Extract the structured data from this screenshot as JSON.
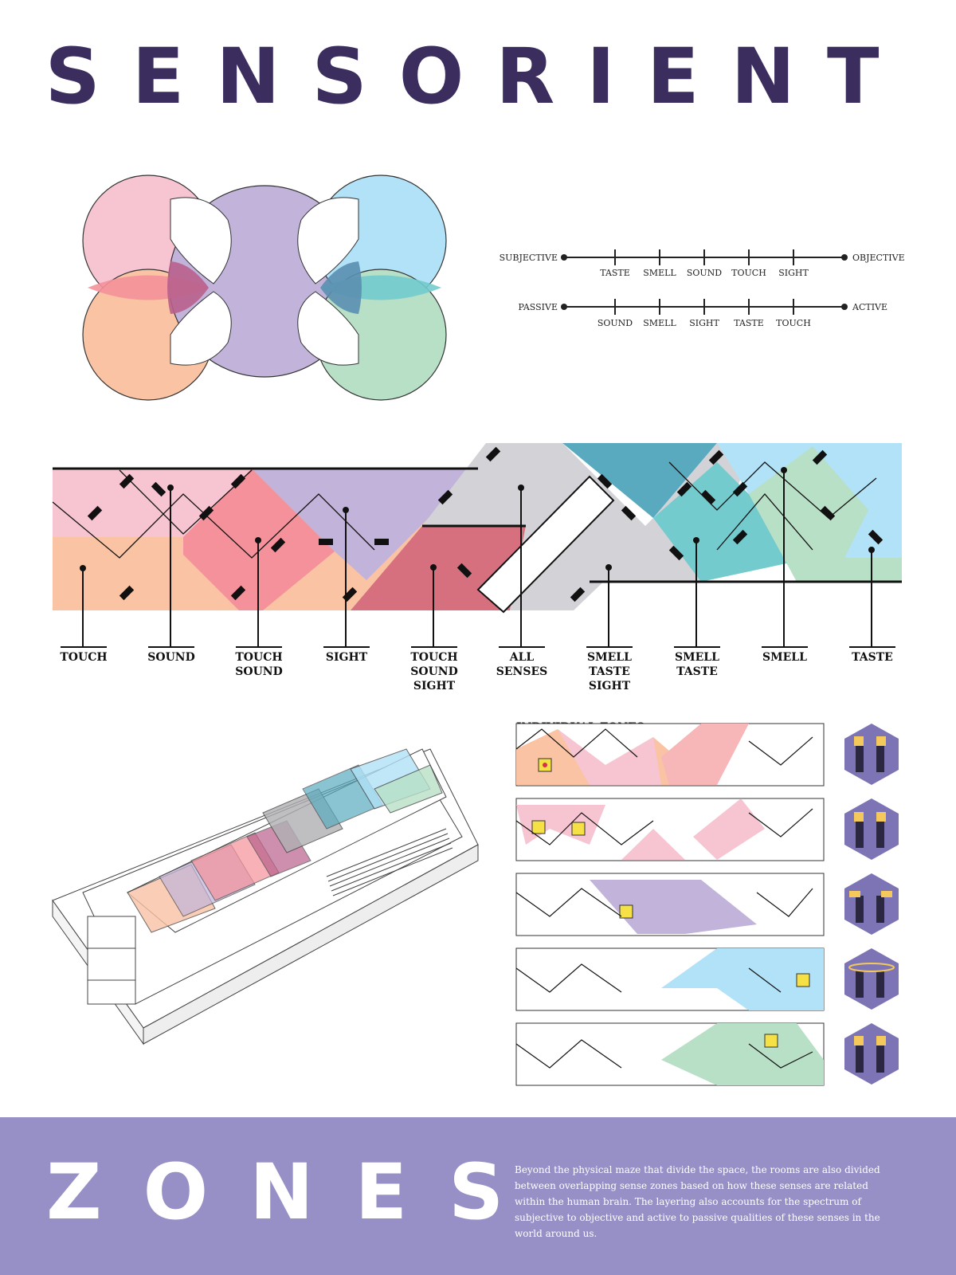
{
  "title": "SENSORIENT",
  "spectra": [
    {
      "left": "SUBJECTIVE",
      "right": "OBJECTIVE",
      "ticks": [
        "TASTE",
        "SMELL",
        "SOUND",
        "TOUCH",
        "SIGHT"
      ]
    },
    {
      "left": "PASSIVE",
      "right": "ACTIVE",
      "ticks": [
        "SOUND",
        "SMELL",
        "SIGHT",
        "TASTE",
        "TOUCH"
      ]
    }
  ],
  "zone_labels": [
    [
      "TOUCH"
    ],
    [
      "SOUND"
    ],
    [
      "TOUCH",
      "SOUND"
    ],
    [
      "SIGHT"
    ],
    [
      "TOUCH",
      "SOUND",
      "SIGHT"
    ],
    [
      "ALL",
      "SENSES"
    ],
    [
      "SMELL",
      "TASTE",
      "SIGHT"
    ],
    [
      "SMELL",
      "TASTE"
    ],
    [
      "SMELL"
    ],
    [
      "TASTE"
    ]
  ],
  "individual_zones_heading": "INDIVIDUAL ZONES",
  "footer": {
    "title": "ZONES",
    "text": "Beyond the physical maze that divide the space, the rooms are also divided between overlapping sense zones based on how these senses are related within the human brain. The layering also accounts for the spectrum of subjective to objective and active to passive qualities of these senses in the world around us."
  },
  "colors": {
    "title": "#3b2e5e",
    "footer_bg": "#9690c6",
    "touch": "#f9c3a4",
    "sound": "#f7c4d2",
    "sight": "#c1b3da",
    "smell": "#b1e2f7",
    "taste": "#b8e0c7",
    "touch_sound": "#f4919a",
    "all": "#d3d2d6",
    "smell_taste": "#73cbcd",
    "smell_taste_sight": "#5aaabf",
    "touch_sound_sight": "#d6707e"
  }
}
